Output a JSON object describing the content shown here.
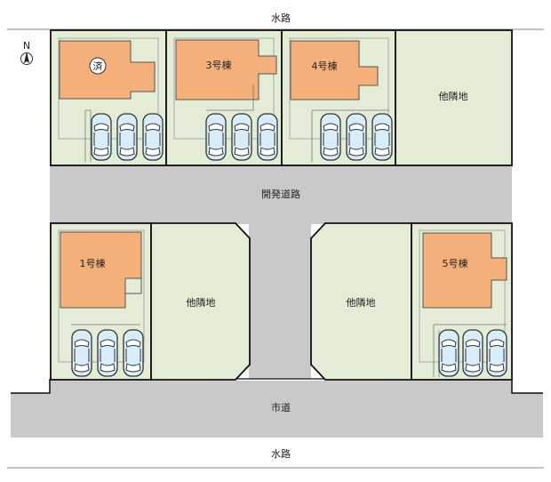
{
  "waterway_top": "水路",
  "waterway_bottom": "水路",
  "dev_road": "開発道路",
  "city_road": "市道",
  "compass_n": "N",
  "sold_mark": "済",
  "lots": {
    "lot1": "1号棟",
    "lot3": "3号棟",
    "lot4": "4号棟",
    "lot5": "5号棟"
  },
  "neighbor": {
    "top_right": "他隣地",
    "bottom_center_left": "他隣地",
    "bottom_center_right": "他隣地"
  },
  "colors": {
    "lot_green": "#e3edd5",
    "house_orange": "#f5b07a",
    "road_gray": "#c9c9c9",
    "car_blue": "#d7edf9"
  }
}
